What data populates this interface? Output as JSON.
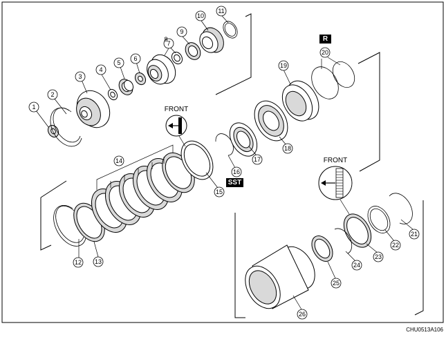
{
  "diagram": {
    "figure_code": "CHU0513A106",
    "front_label": "FRONT",
    "sst_label": "SST",
    "r_label": "R",
    "parts": [
      {
        "num": "1"
      },
      {
        "num": "2"
      },
      {
        "num": "3"
      },
      {
        "num": "4"
      },
      {
        "num": "5"
      },
      {
        "num": "6"
      },
      {
        "num": "7"
      },
      {
        "num": "8"
      },
      {
        "num": "9"
      },
      {
        "num": "10"
      },
      {
        "num": "11"
      },
      {
        "num": "12"
      },
      {
        "num": "13"
      },
      {
        "num": "14"
      },
      {
        "num": "15"
      },
      {
        "num": "16"
      },
      {
        "num": "17"
      },
      {
        "num": "18"
      },
      {
        "num": "19"
      },
      {
        "num": "20"
      },
      {
        "num": "21"
      },
      {
        "num": "22"
      },
      {
        "num": "23"
      },
      {
        "num": "24"
      },
      {
        "num": "25"
      },
      {
        "num": "26"
      }
    ]
  }
}
